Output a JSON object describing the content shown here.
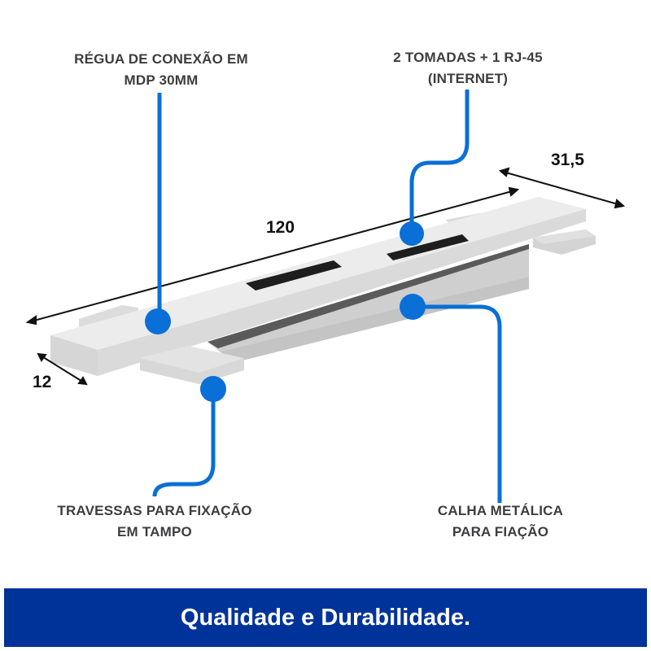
{
  "callouts": {
    "regua": {
      "line1": "RÉGUA DE CONEXÃO EM",
      "line2": "MDP 30MM"
    },
    "tomadas": {
      "line1": "2 TOMADAS + 1 RJ-45",
      "line2": "(INTERNET)"
    },
    "travessas": {
      "line1": "TRAVESSAS PARA FIXAÇÃO",
      "line2": "EM TAMPO"
    },
    "calha": {
      "line1": "CALHA METÁLICA",
      "line2": "PARA FIAÇÃO"
    }
  },
  "dimensions": {
    "length": "120",
    "depth": "31,5",
    "width": "12"
  },
  "banner": {
    "text": "Qualidade e Durabilidade."
  },
  "colors": {
    "accent_blue": "#0a6fd6",
    "banner_blue": "#00339a",
    "label_gray": "#3d3d3f"
  }
}
